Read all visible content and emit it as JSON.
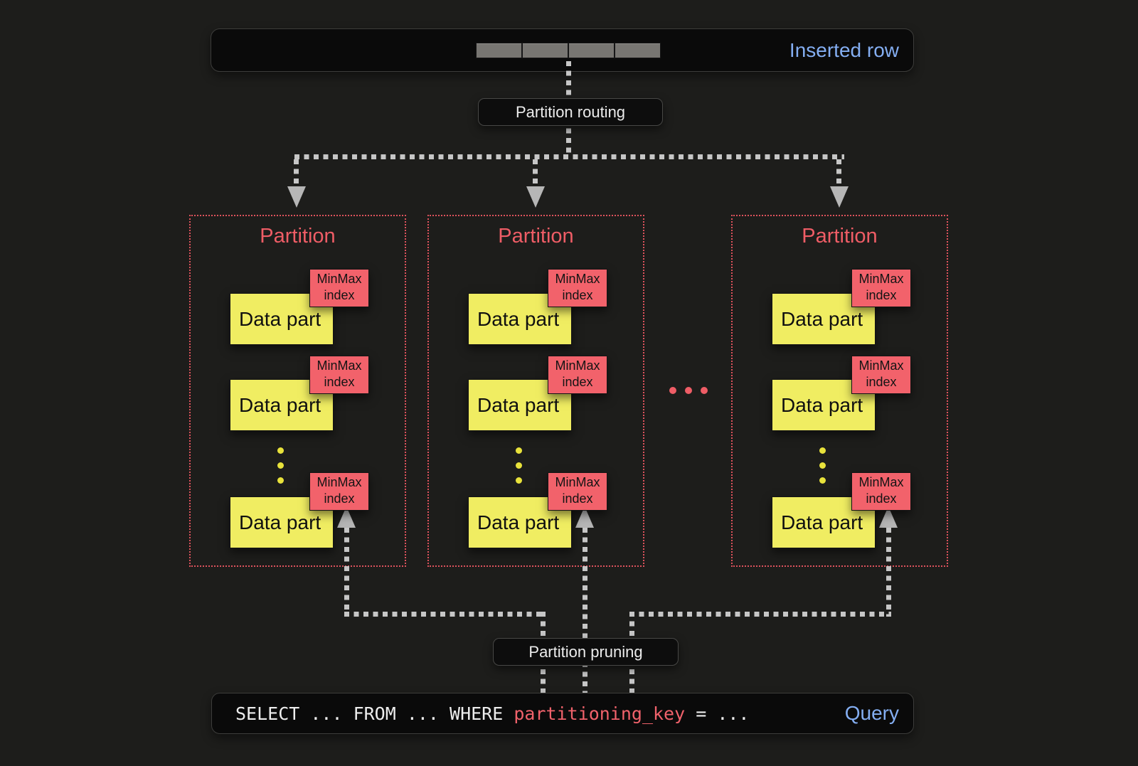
{
  "inserted_row": {
    "label": "Inserted row",
    "segment_count": 4
  },
  "labels": {
    "routing": "Partition routing",
    "pruning": "Partition pruning"
  },
  "partitions": [
    {
      "title": "Partition",
      "parts": [
        {
          "name": "Data part",
          "index_tag": "MinMax\nindex"
        },
        {
          "name": "Data part",
          "index_tag": "MinMax\nindex"
        },
        {
          "name": "Data part",
          "index_tag": "MinMax\nindex"
        }
      ]
    },
    {
      "title": "Partition",
      "parts": [
        {
          "name": "Data part",
          "index_tag": "MinMax\nindex"
        },
        {
          "name": "Data part",
          "index_tag": "MinMax\nindex"
        },
        {
          "name": "Data part",
          "index_tag": "MinMax\nindex"
        }
      ]
    },
    {
      "title": "Partition",
      "parts": [
        {
          "name": "Data part",
          "index_tag": "MinMax\nindex"
        },
        {
          "name": "Data part",
          "index_tag": "MinMax\nindex"
        },
        {
          "name": "Data part",
          "index_tag": "MinMax\nindex"
        }
      ]
    }
  ],
  "query": {
    "code_before": "SELECT ... FROM ... WHERE ",
    "code_key": "partitioning_key",
    "code_after": " = ...",
    "label": "Query"
  },
  "colors": {
    "background": "#1d1d1b",
    "box_fill": "#0a0a0a",
    "accent_blue": "#84aef2",
    "accent_red": "#ef5d66",
    "data_part_yellow": "#f0ed62",
    "minmax_tag_red": "#f2626b",
    "connector_gray": "#c6c6c6"
  }
}
